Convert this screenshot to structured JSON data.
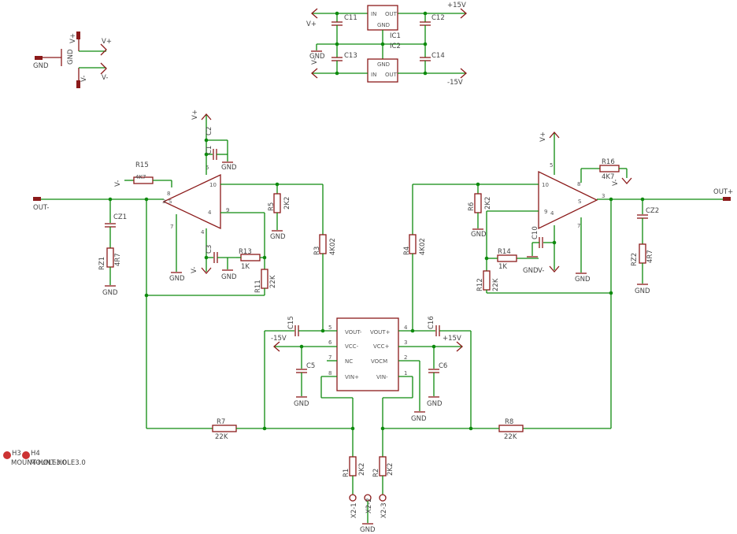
{
  "supply": {
    "vplus": "V+",
    "vminus": "V-",
    "gnd": "GND",
    "pos15": "+15V",
    "neg15": "-15V"
  },
  "ic1": {
    "name": "IC1",
    "in": "IN",
    "out": "OUT",
    "gnd": "GND"
  },
  "ic2": {
    "name": "IC2",
    "in": "IN",
    "out": "OUT",
    "gnd": "GND"
  },
  "caps": {
    "c11": "C11",
    "c12": "C12",
    "c13": "C13",
    "c14": "C14",
    "c1": "C1",
    "c2": "C2",
    "c3": "C3",
    "c10": "C10",
    "c15": "C15",
    "c16": "C16",
    "c5": "C5",
    "c6": "C6",
    "cz1": "CZ1",
    "cz2": "CZ2"
  },
  "resistors": {
    "r15": {
      "name": "R15",
      "value": "4K7"
    },
    "r16": {
      "name": "R16",
      "value": "4K7"
    },
    "rz1": {
      "name": "RZ1",
      "value": "4R7"
    },
    "rz2": {
      "name": "RZ2",
      "value": "4R7"
    },
    "r5": {
      "name": "R5",
      "value": "2K2"
    },
    "r6": {
      "name": "R6",
      "value": "2K2"
    },
    "r13": {
      "name": "R13",
      "value": "1K"
    },
    "r14": {
      "name": "R14",
      "value": "1K"
    },
    "r11": {
      "name": "R11",
      "value": "22K"
    },
    "r12": {
      "name": "R12",
      "value": "22K"
    },
    "r3": {
      "name": "R3",
      "value": "4K02"
    },
    "r4": {
      "name": "R4",
      "value": "4K02"
    },
    "r7": {
      "name": "R7",
      "value": "22K"
    },
    "r8": {
      "name": "R8",
      "value": "22K"
    },
    "r1": {
      "name": "R1",
      "value": "2K2"
    },
    "r2": {
      "name": "R2",
      "value": "2K2"
    }
  },
  "outputs": {
    "out_minus": "OUT-",
    "out_plus": "OUT+"
  },
  "driver": {
    "vout_minus": "VOUT-",
    "vout_plus": "VOUT+",
    "vcc_minus": "VCC-",
    "vcc_plus": "VCC+",
    "nc": "NC",
    "vocm": "VOCM",
    "vin_plus": "VIN+",
    "vin_minus": "VIN-"
  },
  "connector": {
    "x21": "X2-1",
    "x22": "X2-2",
    "x23": "X2-3"
  },
  "holes": {
    "h3": "H3",
    "h4": "H4",
    "label": "MOUNT-HOLE3.0"
  }
}
